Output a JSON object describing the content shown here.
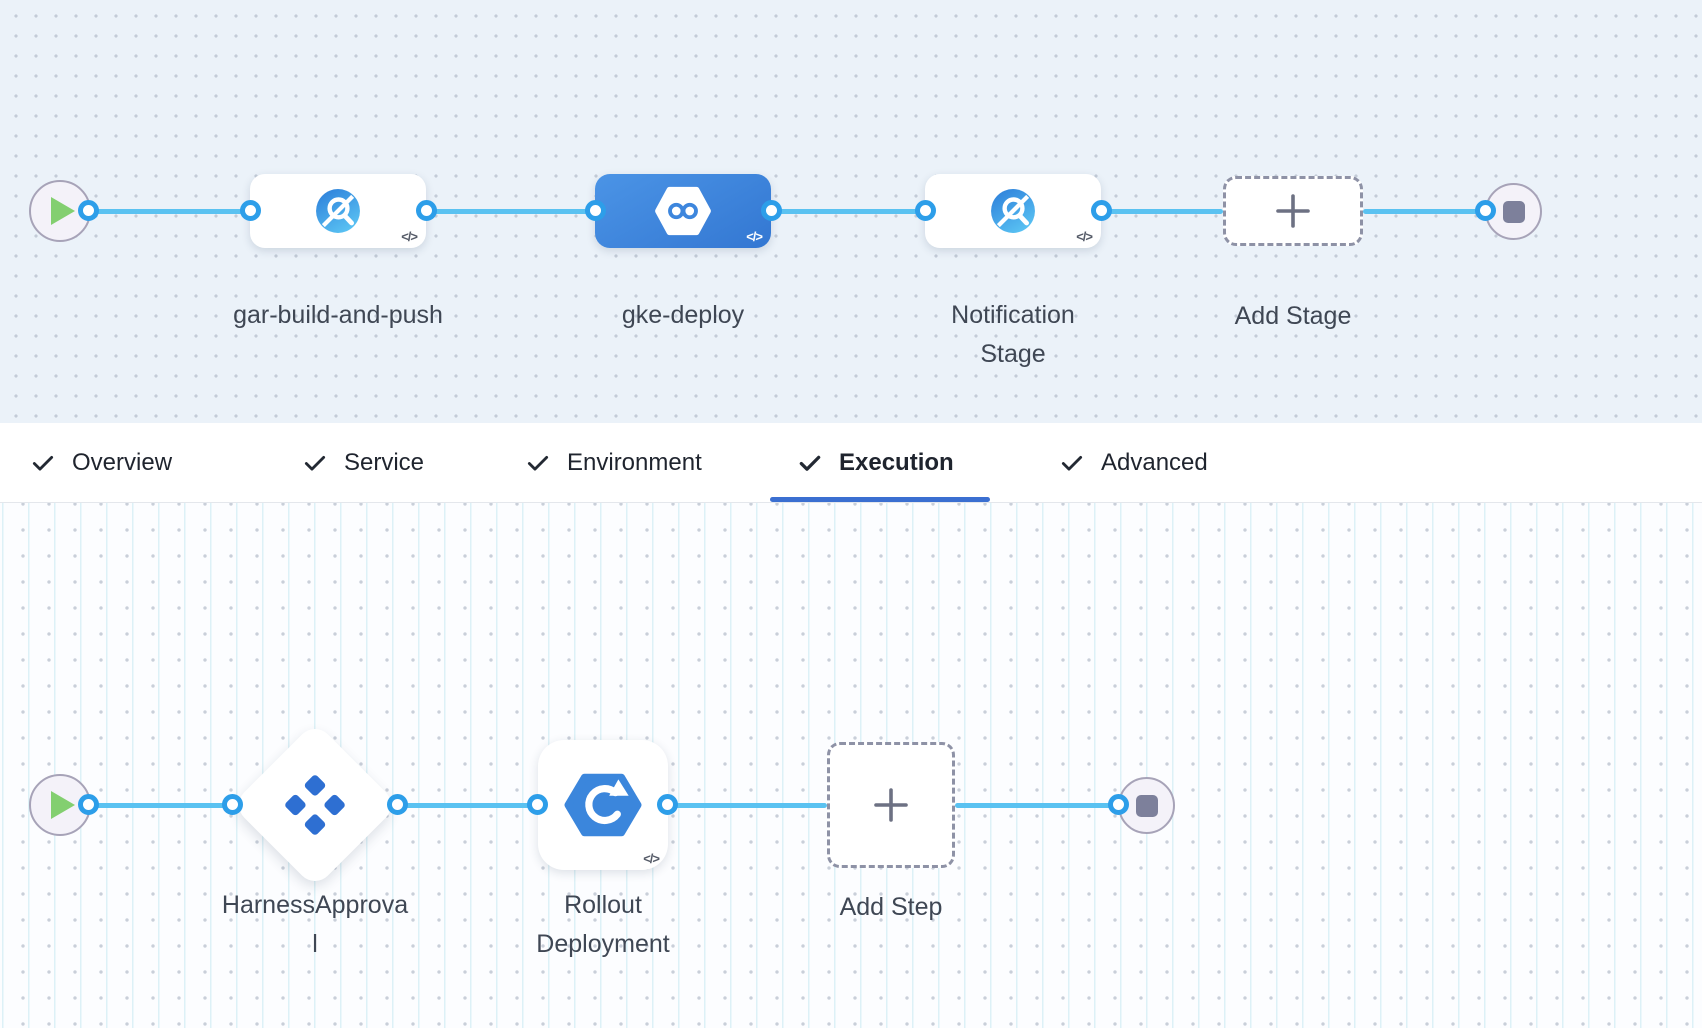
{
  "glyphs": {
    "code_tag": "</>"
  },
  "stage_builder": {
    "stages": [
      {
        "name": "gar-build-and-push",
        "icon": "artifact-registry-icon",
        "selected": false
      },
      {
        "name": "gke-deploy",
        "icon": "cd-hexagon-infinity-icon",
        "selected": true
      },
      {
        "name": "Notification Stage",
        "icon": "artifact-registry-icon",
        "selected": false
      }
    ],
    "add_stage_label": "Add Stage"
  },
  "tab_bar": {
    "tabs": [
      {
        "label": "Overview",
        "checked": true,
        "active": false
      },
      {
        "label": "Service",
        "checked": true,
        "active": false
      },
      {
        "label": "Environment",
        "checked": true,
        "active": false
      },
      {
        "label": "Execution",
        "checked": true,
        "active": true
      },
      {
        "label": "Advanced",
        "checked": true,
        "active": false
      }
    ]
  },
  "execution_graph": {
    "steps": [
      {
        "name": "HarnessApproval",
        "icon": "approval-diamond-icon"
      },
      {
        "name": "Rollout Deployment",
        "icon": "gke-rollout-icon"
      }
    ],
    "add_step_label": "Add Step"
  },
  "colors": {
    "connector": "#5AC2F1",
    "port_ring": "#2D9EE9",
    "selected_stage": "#3D86DD",
    "tab_underline": "#3B6FD1",
    "canvas_top_bg": "#EBF2F9",
    "play": "#83CF70",
    "stop": "#7D809B"
  }
}
